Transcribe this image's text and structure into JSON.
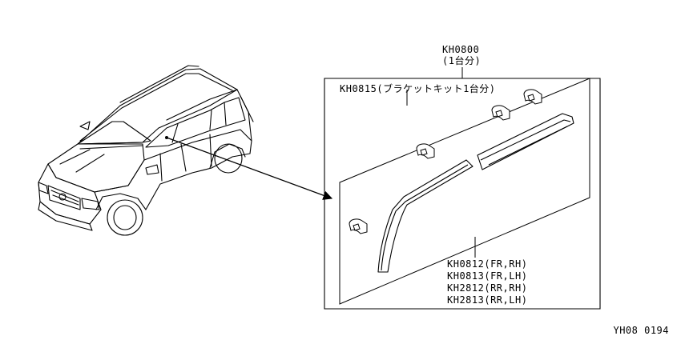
{
  "kit": {
    "code": "KH0800",
    "quantity": "(1台分)"
  },
  "bracket_kit": {
    "label": "KH0815(ブラケットキット1台分)"
  },
  "visor_parts": [
    "KH0812(FR,RH)",
    "KH0813(FR,LH)",
    "KH2812(RR,RH)",
    "KH2813(RR,LH)"
  ],
  "diagram_id": "YH08 0194"
}
